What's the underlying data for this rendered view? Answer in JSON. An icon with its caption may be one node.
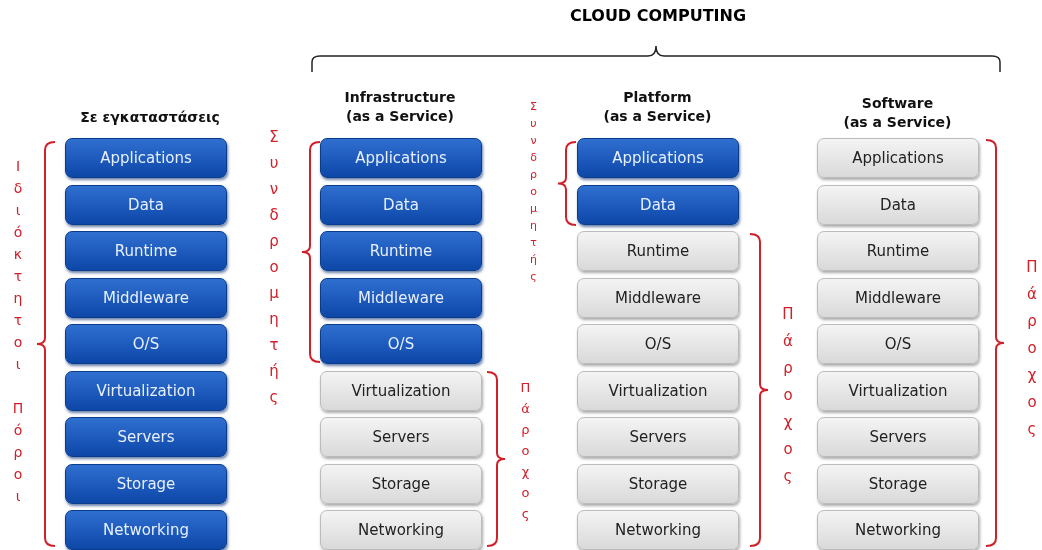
{
  "diagram": {
    "title": "CLOUD COMPUTING",
    "nodes": [
      {
        "text": [
          "Applications"
        ]
      },
      {
        "text": [
          "Data"
        ]
      },
      {
        "text": [
          "Runtime"
        ]
      },
      {
        "text": [
          "Middleware"
        ]
      },
      {
        "text": [
          "O/S"
        ]
      },
      {
        "text": [
          "Virtualization"
        ]
      },
      {
        "text": [
          "Servers"
        ]
      },
      {
        "text": [
          "Storage"
        ]
      },
      {
        "text": [
          "Networking"
        ]
      },
      {
        "text": [
          "Applications"
        ]
      },
      {
        "text": [
          "Data"
        ]
      },
      {
        "text": [
          "Runtime"
        ]
      },
      {
        "text": [
          "Middleware"
        ]
      },
      {
        "text": [
          "O/S"
        ]
      },
      {
        "text": [
          "Virtualization"
        ]
      },
      {
        "text": [
          "Servers"
        ]
      },
      {
        "text": [
          "Storage"
        ]
      },
      {
        "text": [
          "Networking"
        ]
      },
      {
        "text": [
          "Applications"
        ]
      },
      {
        "text": [
          "Data"
        ]
      },
      {
        "text": [
          "Runtime"
        ]
      },
      {
        "text": [
          "Middleware"
        ]
      },
      {
        "text": [
          "O/S"
        ]
      },
      {
        "text": [
          "Virtualization"
        ]
      },
      {
        "text": [
          "Servers"
        ]
      },
      {
        "text": [
          "Storage"
        ]
      },
      {
        "text": [
          "Networking"
        ]
      },
      {
        "text": [
          "Applications"
        ]
      },
      {
        "text": [
          "Data"
        ]
      },
      {
        "text": [
          "Runtime"
        ]
      },
      {
        "text": [
          "Middleware"
        ]
      },
      {
        "text": [
          "O/S"
        ]
      },
      {
        "text": [
          "Virtualization"
        ]
      },
      {
        "text": [
          "Servers"
        ]
      },
      {
        "text": [
          "Storage"
        ]
      },
      {
        "text": [
          "Networking"
        ]
      }
    ],
    "labels": [
      "Σε εγκαταστάσεις",
      "Infrastructure (as a Service)",
      "Platform (as a Service)",
      "Software (as a Service)",
      "Ιδιόκτητοι Πόροι",
      "Συνδρομητής",
      "Πάροχος",
      "Συνδρομητής",
      "Πάροχος",
      "Πάροχος"
    ]
  }
}
